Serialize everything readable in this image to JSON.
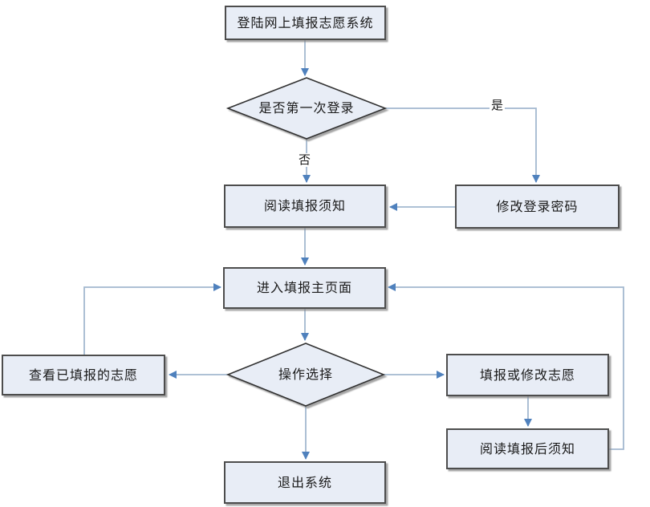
{
  "colors": {
    "node_fill": "#e8edf6",
    "node_border": "#4d4d4d",
    "connector": "#a3b8cf",
    "arrowhead": "#4f81bd",
    "text": "#1a1a1a"
  },
  "nodes": [
    {
      "id": "login",
      "type": "process",
      "label": "登陆网上填报志愿系统"
    },
    {
      "id": "first-login-decision",
      "type": "decision",
      "label": "是否第一次登录"
    },
    {
      "id": "change-password",
      "type": "process",
      "label": "修改登录密码"
    },
    {
      "id": "read-notice",
      "type": "process",
      "label": "阅读填报须知"
    },
    {
      "id": "main-page",
      "type": "process",
      "label": "进入填报主页面"
    },
    {
      "id": "operation-choice",
      "type": "decision",
      "label": "操作选择"
    },
    {
      "id": "view-submitted",
      "type": "process",
      "label": "查看已填报的志愿"
    },
    {
      "id": "fill-or-modify",
      "type": "process",
      "label": "填报或修改志愿"
    },
    {
      "id": "read-after-notice",
      "type": "process",
      "label": "阅读填报后须知"
    },
    {
      "id": "exit-system",
      "type": "process",
      "label": "退出系统"
    }
  ],
  "edge_labels": {
    "yes": "是",
    "no": "否"
  }
}
